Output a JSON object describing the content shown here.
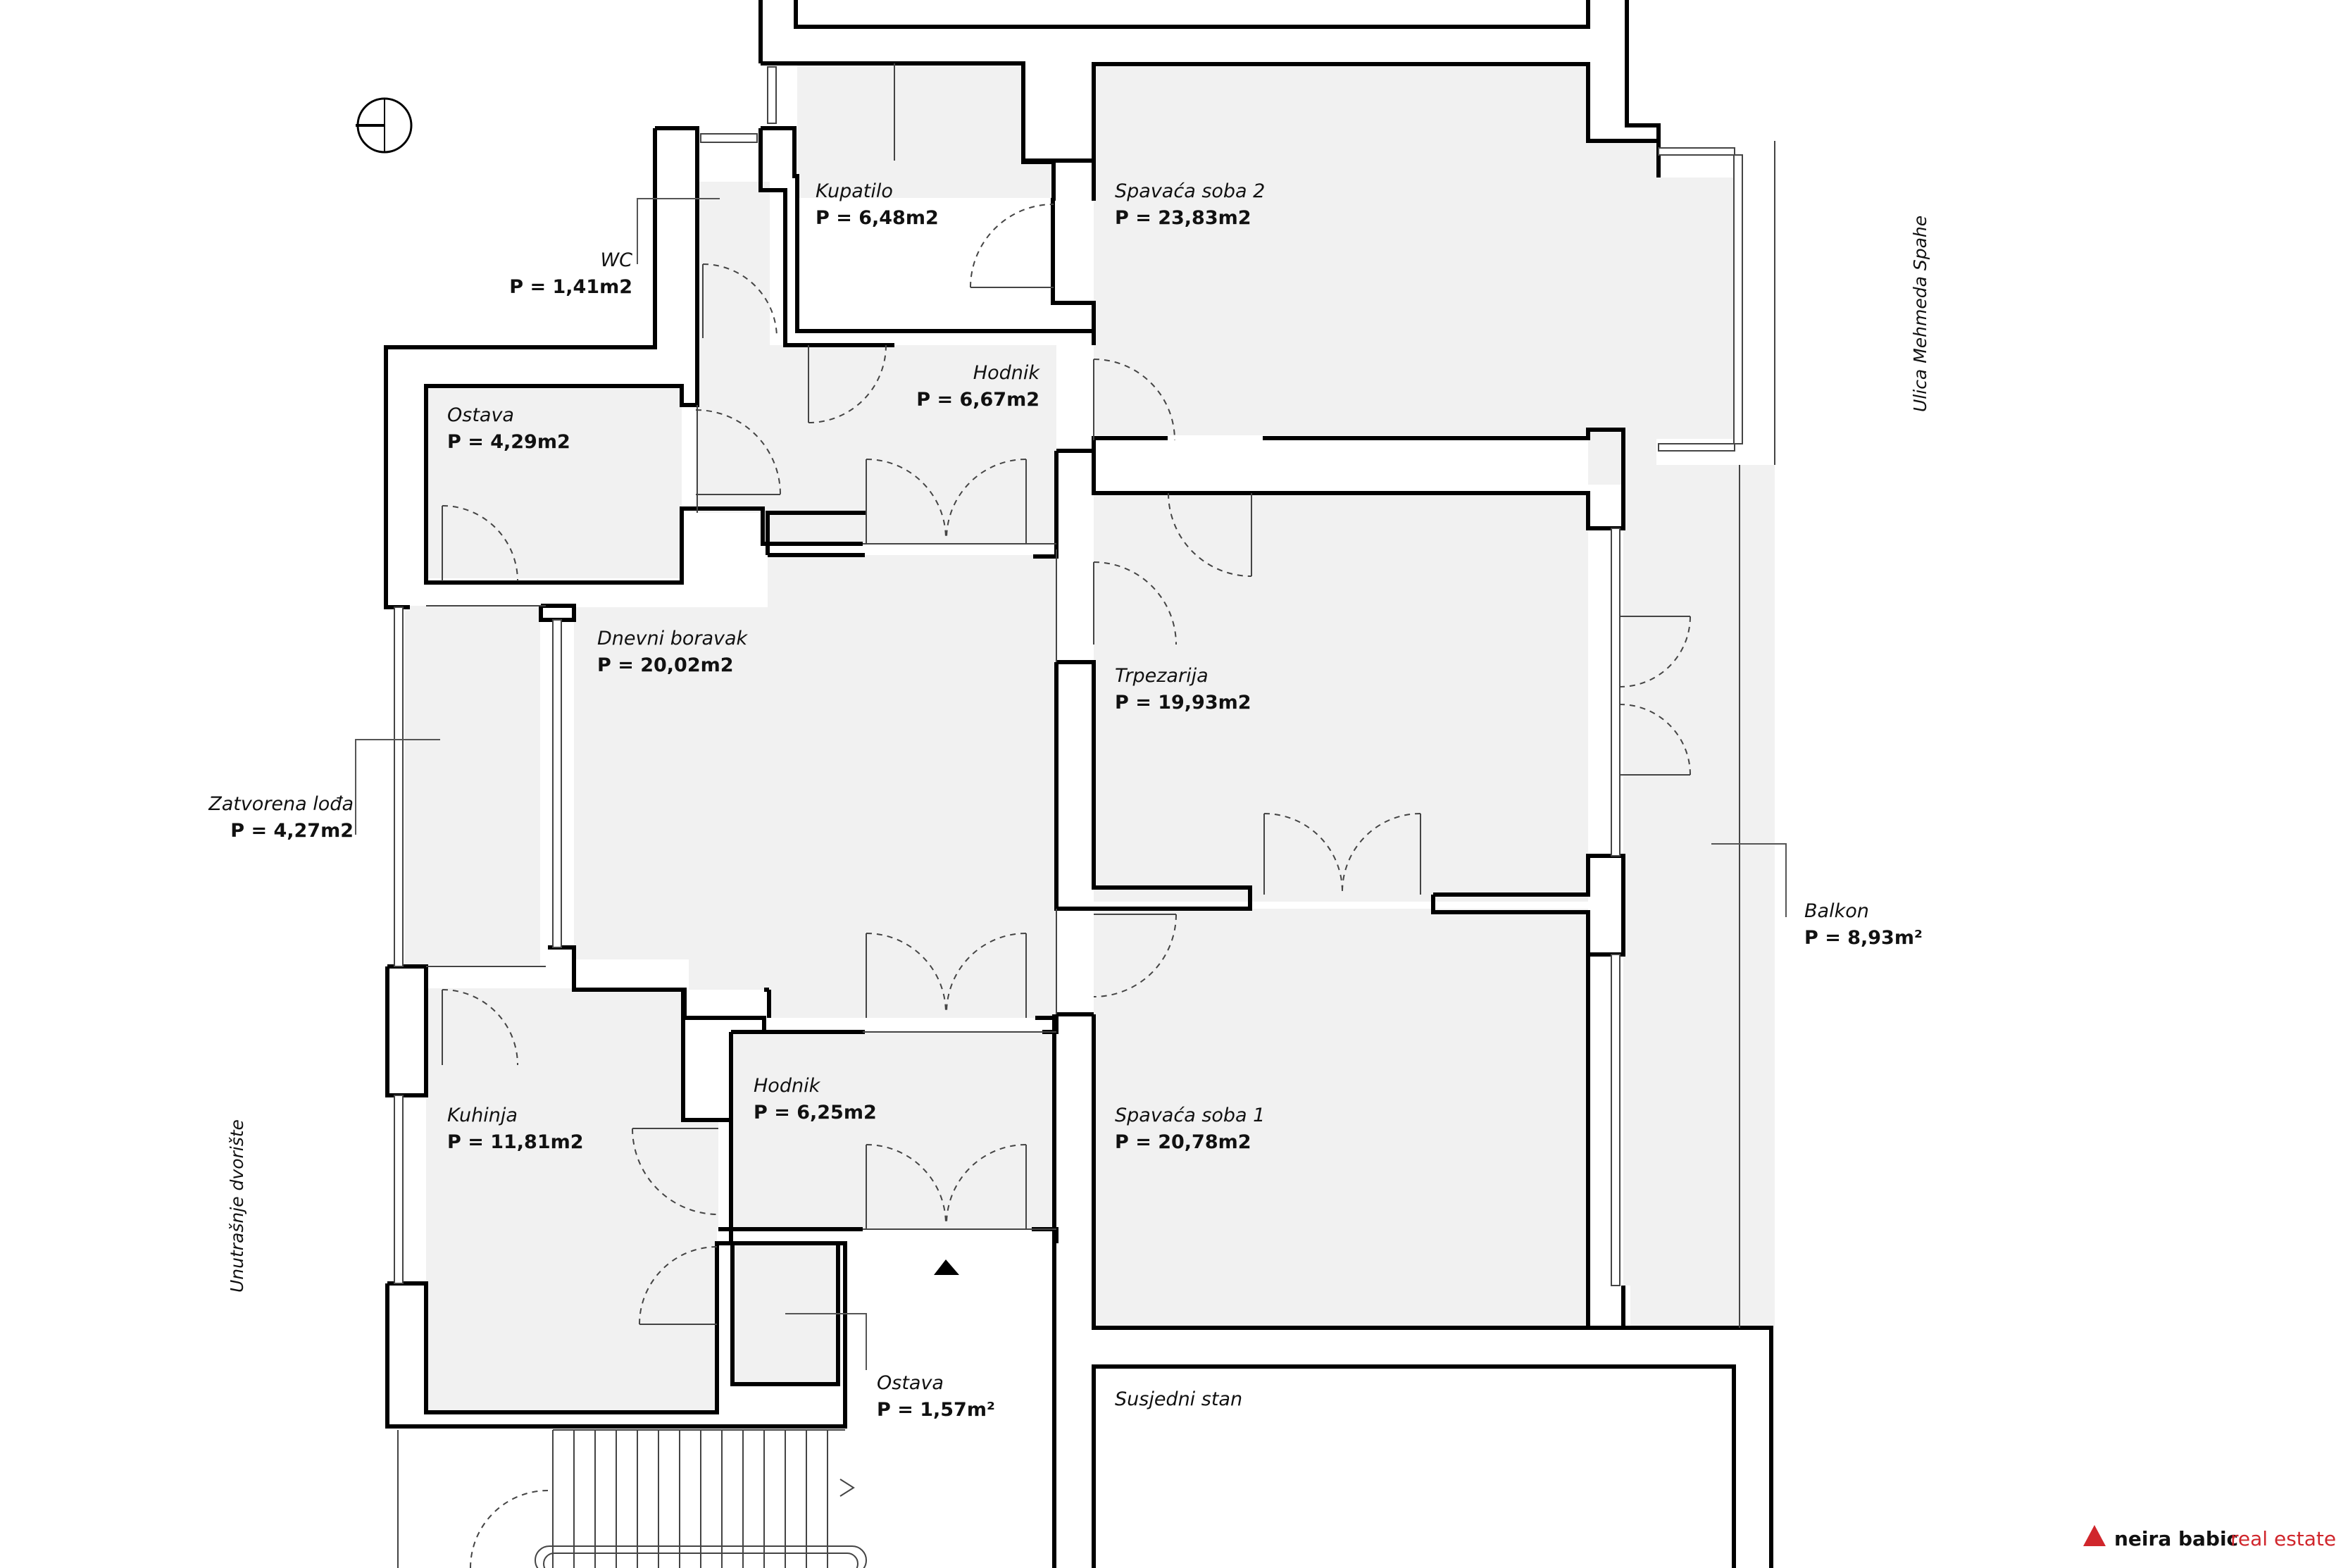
{
  "rooms": [
    {
      "id": "kupatilo",
      "name": "Kupatilo",
      "area": "P = 6,48m2"
    },
    {
      "id": "spavaca-soba-2",
      "name": "Spavaća soba 2",
      "area": "P = 23,83m2"
    },
    {
      "id": "wc",
      "name": "WC",
      "area": "P = 1,41m2"
    },
    {
      "id": "hodnik-gornji",
      "name": "Hodnik",
      "area": "P = 6,67m2"
    },
    {
      "id": "ostava-gornja",
      "name": "Ostava",
      "area": "P = 4,29m2"
    },
    {
      "id": "dnevni-boravak",
      "name": "Dnevni boravak",
      "area": "P = 20,02m2"
    },
    {
      "id": "trpezarija",
      "name": "Trpezarija",
      "area": "P = 19,93m2"
    },
    {
      "id": "zatvorena-loda",
      "name": "Zatvorena lođa",
      "area": "P = 4,27m2"
    },
    {
      "id": "balkon",
      "name": "Balkon",
      "area": "P = 8,93m²"
    },
    {
      "id": "hodnik-donji",
      "name": "Hodnik",
      "area": "P = 6,25m2"
    },
    {
      "id": "kuhinja",
      "name": "Kuhinja",
      "area": "P = 11,81m2"
    },
    {
      "id": "spavaca-soba-1",
      "name": "Spavaća soba 1",
      "area": "P = 20,78m2"
    },
    {
      "id": "ostava-donja",
      "name": "Ostava",
      "area": "P = 1,57m²"
    },
    {
      "id": "susjedni-stan",
      "name": "Susjedni stan",
      "area": ""
    }
  ],
  "streets": {
    "east": "Ulica Mehmeda Spahe",
    "west": "Unutrašnje dvorište"
  },
  "brand": {
    "name": "neira babic",
    "suffix": "real estate",
    "color": "#d0262c"
  }
}
